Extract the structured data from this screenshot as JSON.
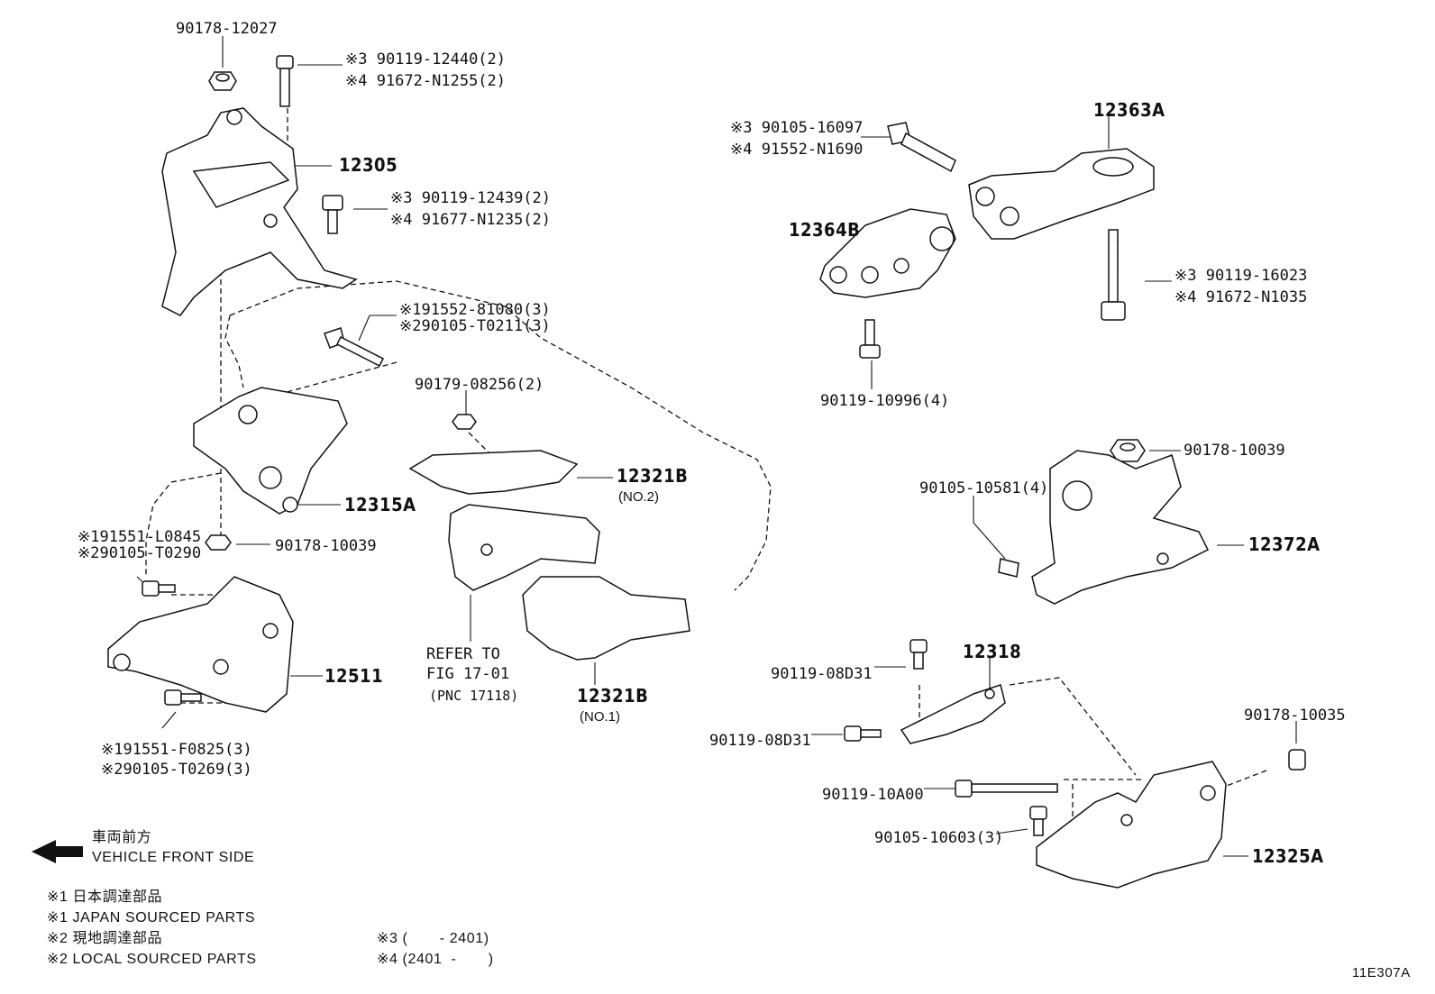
{
  "callouts": [
    {
      "id": "c1",
      "text": "90178-12027"
    },
    {
      "id": "c2",
      "text": "※3 90119-12440(2)"
    },
    {
      "id": "c3",
      "text": "※4 91672-N1255(2)"
    },
    {
      "id": "c4",
      "text": "12305",
      "big": true
    },
    {
      "id": "c5",
      "text": "※3 90119-12439(2)"
    },
    {
      "id": "c6",
      "text": "※4 91677-N1235(2)"
    },
    {
      "id": "c7",
      "text": "※191552-81080(3)"
    },
    {
      "id": "c8",
      "text": "※290105-T0211(3)"
    },
    {
      "id": "c9",
      "text": "90179-08256(2)"
    },
    {
      "id": "c10",
      "text": "12321B",
      "big": true
    },
    {
      "id": "c11",
      "text": "(NO.2)"
    },
    {
      "id": "c12",
      "text": "12315A",
      "big": true
    },
    {
      "id": "c13",
      "text": "※191551-L0845"
    },
    {
      "id": "c14",
      "text": "※290105-T0290"
    },
    {
      "id": "c15",
      "text": "90178-10039"
    },
    {
      "id": "c16",
      "text": "12511",
      "big": true
    },
    {
      "id": "c17",
      "text": "REFER TO"
    },
    {
      "id": "c18",
      "text": "FIG 17-01"
    },
    {
      "id": "c19",
      "text": "(PNC 17118)"
    },
    {
      "id": "c20",
      "text": "12321B",
      "big": true
    },
    {
      "id": "c21",
      "text": "(NO.1)"
    },
    {
      "id": "c22",
      "text": "※191551-F0825(3)"
    },
    {
      "id": "c23",
      "text": "※290105-T0269(3)"
    },
    {
      "id": "c24",
      "text": "※3 90105-16097"
    },
    {
      "id": "c25",
      "text": "※4 91552-N1690"
    },
    {
      "id": "c26",
      "text": "12363A",
      "big": true
    },
    {
      "id": "c27",
      "text": "12364B",
      "big": true
    },
    {
      "id": "c28",
      "text": "※3 90119-16023"
    },
    {
      "id": "c29",
      "text": "※4 91672-N1035"
    },
    {
      "id": "c30",
      "text": "90119-10996(4)"
    },
    {
      "id": "c31",
      "text": "90178-10039"
    },
    {
      "id": "c32",
      "text": "90105-10581(4)"
    },
    {
      "id": "c33",
      "text": "12372A",
      "big": true
    },
    {
      "id": "c34",
      "text": "90119-08D31"
    },
    {
      "id": "c35",
      "text": "12318",
      "big": true
    },
    {
      "id": "c36",
      "text": "90119-08D31"
    },
    {
      "id": "c37",
      "text": "90178-10035"
    },
    {
      "id": "c38",
      "text": "90119-10A00"
    },
    {
      "id": "c39",
      "text": "90105-10603(3)"
    },
    {
      "id": "c40",
      "text": "12325A",
      "big": true
    }
  ],
  "legend": {
    "front_jp": "車両前方",
    "front_en": "VEHICLE FRONT SIDE",
    "note1_jp": "※1 日本調達部品",
    "note1_en": "※1 JAPAN SOURCED PARTS",
    "note2_jp": "※2 現地調達部品",
    "note2_en": "※2 LOCAL SOURCED PARTS",
    "note3": "※3 (       - 2401)",
    "note4": "※4 (2401  -       )"
  },
  "figure_id": "11E307A"
}
